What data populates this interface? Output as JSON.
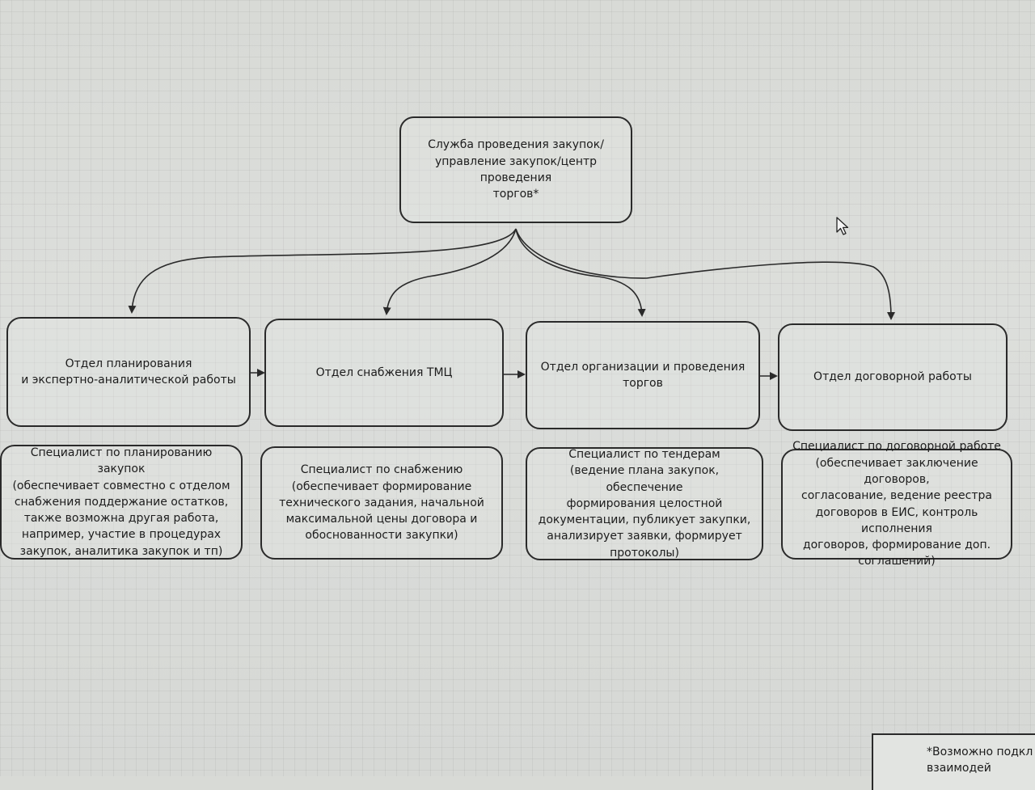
{
  "top_box": {
    "text": "Служба проведения закупок/\nуправление закупок/центр проведения\nторгов*"
  },
  "departments": [
    {
      "text": "Отдел планирования\nи экспертно-аналитической работы"
    },
    {
      "text": "Отдел снабжения ТМЦ"
    },
    {
      "text": "Отдел организации и проведения\nторгов"
    },
    {
      "text": "Отдел договорной работы"
    }
  ],
  "specialists": [
    {
      "text": "Специалист по планированию закупок\n(обеспечивает совместно с отделом\nснабжения поддержание остатков,\nтакже возможна другая работа,\nнапример, участие в процедурах\nзакупок, аналитика закупок и тп)"
    },
    {
      "text": "Специалист по снабжению\n(обеспечивает формирование\nтехнического задания, начальной\nмаксимальной цены договора и\nобоснованности закупки)"
    },
    {
      "text": "Специалист по тендерам\n(ведение плана закупок, обеспечение\nформирования целостной\nдокументации, публикует закупки,\nанализирует заявки, формирует\nпротоколы)"
    },
    {
      "text": "Специалист по договорной работе\n(обеспечивает заключение договоров,\nсогласование, ведение реестра\nдоговоров в ЕИС, контроль исполнения\nдоговоров, формирование доп.\nсоглашений)"
    }
  ],
  "footnote": {
    "text": "*Возможно подкл\nвзаимодей"
  },
  "colors": {
    "stroke": "#2a2a2a",
    "background": "#d9dbd8"
  },
  "icons": [
    "mouse-cursor-icon"
  ]
}
